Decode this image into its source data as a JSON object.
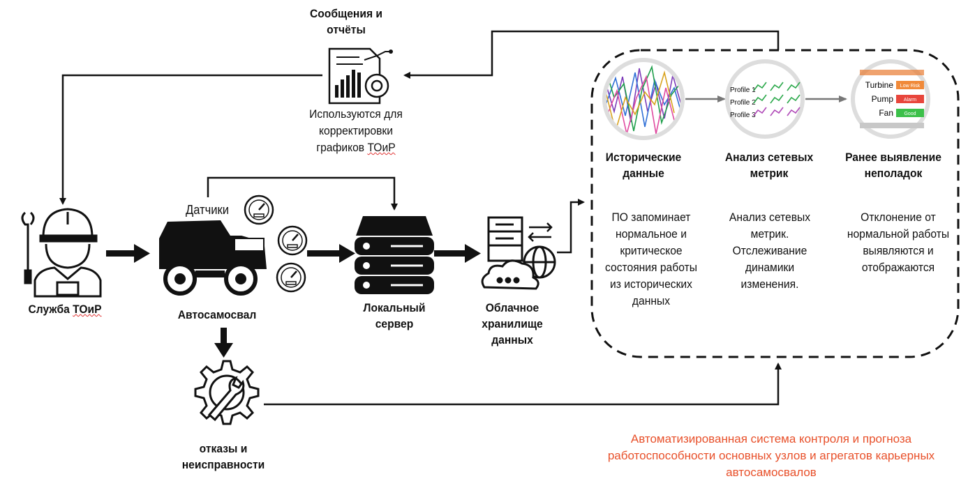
{
  "reports": {
    "title_line1": "Сообщения и",
    "title_line2": "отчёты",
    "note_line1": "Используются для",
    "note_line2": "корректировки",
    "note_line3_a": "графиков ",
    "note_line3_b": "ТОиР"
  },
  "service": {
    "label_a": "Служба ",
    "label_b": "ТОиР"
  },
  "sensors": {
    "label": "Датчики"
  },
  "truck": {
    "label": "Автосамосвал"
  },
  "failures": {
    "line1": "отказы и",
    "line2": "неисправности"
  },
  "server": {
    "line1": "Локальный",
    "line2": "сервер"
  },
  "cloud": {
    "line1": "Облачное",
    "line2": "хранилище",
    "line3": "данных"
  },
  "history": {
    "title_line1": "Исторические",
    "title_line2": "данные",
    "desc": [
      "ПО запоминает",
      "нормальное и",
      "критическое",
      "состояния работы",
      "из исторических",
      "данных"
    ]
  },
  "network": {
    "title_line1": "Анализ сетевых",
    "title_line2": "метрик",
    "desc": [
      "Анализ сетевых",
      "метрик.",
      "Отслеживание",
      "динамики",
      "изменения."
    ],
    "profiles": [
      "Profile 1",
      "Profile 2",
      "Profile 3"
    ]
  },
  "early": {
    "title_line1": "Ранее выявление",
    "title_line2": "неполадок",
    "desc": [
      "Отклонение от",
      "нормальной работы",
      "выявляются и",
      "отображаются"
    ],
    "rows": [
      {
        "name": "Turbine",
        "status": "Low Risk",
        "color": "#f08a3a"
      },
      {
        "name": "Pump",
        "status": "Alarm",
        "color": "#e8463c"
      },
      {
        "name": "Fan",
        "status": "Good",
        "color": "#3cc04a"
      }
    ]
  },
  "caption": {
    "line1": "Автоматизированная система контроля и прогноза",
    "line2": "работоспособности основных узлов и агрегатов карьерных",
    "line3": "автосамосвалов",
    "color": "#e8502a"
  }
}
